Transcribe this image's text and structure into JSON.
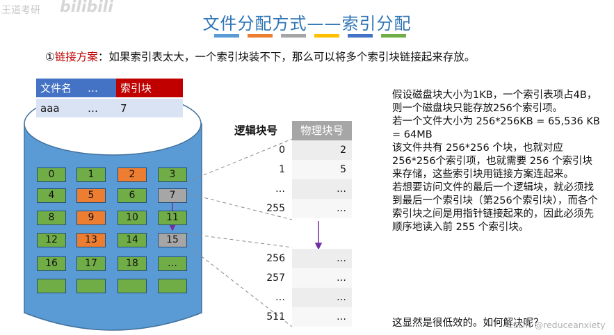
{
  "watermark": {
    "top_left": "王道考研",
    "logo": "bilibili",
    "bottom_right": "CSDN @reduceanxiety"
  },
  "title": "文件分配方式——索引分配",
  "title_bar_colors": [
    "#5b9bd5",
    "#ed7d31",
    "#a5a5a5",
    "#ffc000",
    "#4472c4",
    "#70ad47"
  ],
  "intro": {
    "marker": "①",
    "keyword": "链接方案",
    "text": "：如果索引表太大，一个索引块装不下，那么可以将多个索引块链接起来存放。"
  },
  "file_table": {
    "headers": [
      "文件名",
      "…",
      "索引块"
    ],
    "row": [
      "aaa",
      "…",
      "7"
    ]
  },
  "disk_blocks": [
    {
      "label": "0",
      "color": "green"
    },
    {
      "label": "1",
      "color": "green"
    },
    {
      "label": "2",
      "color": "orange"
    },
    {
      "label": "3",
      "color": "green"
    },
    {
      "label": "4",
      "color": "green"
    },
    {
      "label": "5",
      "color": "orange"
    },
    {
      "label": "6",
      "color": "green"
    },
    {
      "label": "7",
      "color": "gray"
    },
    {
      "label": "8",
      "color": "green"
    },
    {
      "label": "9",
      "color": "orange"
    },
    {
      "label": "10",
      "color": "green"
    },
    {
      "label": "11",
      "color": "green"
    },
    {
      "label": "12",
      "color": "green"
    },
    {
      "label": "13",
      "color": "orange"
    },
    {
      "label": "14",
      "color": "green"
    },
    {
      "label": "15",
      "color": "gray"
    },
    {
      "label": "16",
      "color": "green"
    },
    {
      "label": "17",
      "color": "green"
    },
    {
      "label": "18",
      "color": "green"
    },
    {
      "label": "…",
      "color": "green"
    },
    {
      "label": "",
      "color": "green"
    },
    {
      "label": "",
      "color": "green"
    },
    {
      "label": "",
      "color": "green"
    },
    {
      "label": "",
      "color": "green"
    }
  ],
  "colors": {
    "green": "#70ad47",
    "orange": "#ed7d31",
    "gray": "#a6a6a6",
    "cylinder": "#5b9bd5",
    "arrow": "#7030a0",
    "header_blue": "#4472c4",
    "header_red": "#c00000"
  },
  "index_table": {
    "logical_header": "逻辑块号",
    "physical_header": "物理块号",
    "block1": [
      [
        "0",
        "2"
      ],
      [
        "1",
        "5"
      ],
      [
        "…",
        "…"
      ],
      [
        "255",
        "…"
      ]
    ],
    "block2": [
      [
        "256",
        "…"
      ],
      [
        "257",
        "…"
      ],
      [
        "…",
        "…"
      ],
      [
        "511",
        "…"
      ]
    ]
  },
  "explanation": [
    "假设磁盘块大小为1KB，一个索引表项占4B，则一个磁盘块只能存放256个索引项。",
    "若一个文件大小为 256*256KB = 65,536 KB = 64MB",
    "该文件共有 256*256 个块，也就对应256*256个索引项，也就需要 256 个索引块来存储，这些索引块用链接方案连起来。",
    "若想要访问文件的最后一个逻辑块，就必须找到最后一个索引块（第256个索引块），而各个索引块之间是用指针链接起来的，因此必须先顺序地读入前 255 个索引块。"
  ],
  "conclusion": "这显然是很低效的。如何解决呢？"
}
